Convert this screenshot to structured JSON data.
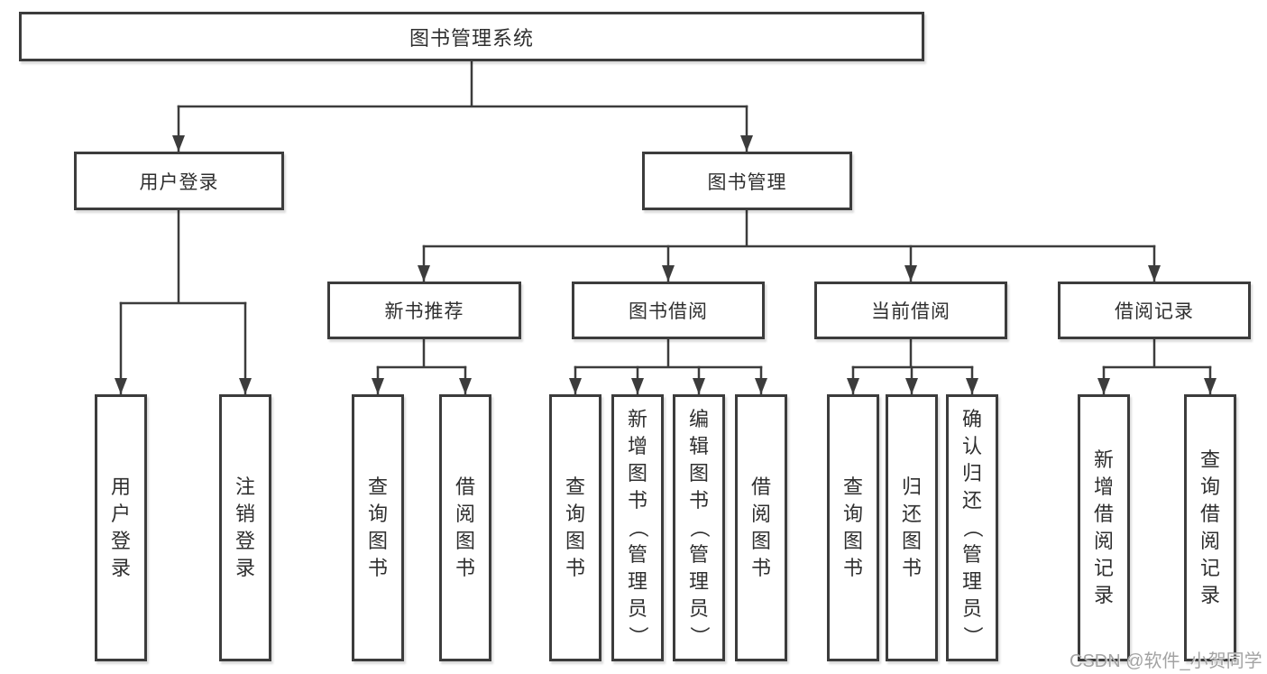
{
  "title": "图书管理系统",
  "level2": {
    "user_login": "用户登录",
    "book_mgmt": "图书管理"
  },
  "level3": {
    "new_books": "新书推荐",
    "borrow": "图书借阅",
    "current": "当前借阅",
    "records": "借阅记录"
  },
  "leaves": {
    "user_login": [
      "用户登录",
      "注销登录"
    ],
    "new_books": [
      "查询图书",
      "借阅图书"
    ],
    "borrow": [
      "查询图书",
      "新增图书（管理员）",
      "编辑图书（管理员）",
      "借阅图书"
    ],
    "current": [
      "查询图书",
      "归还图书",
      "确认归还（管理员）"
    ],
    "records": [
      "新增借阅记录",
      "查询借阅记录"
    ]
  },
  "watermark": "CSDN @软件_小贺同学",
  "colors": {
    "line": "#3c3c3c",
    "text": "#2f2f2f",
    "watermark": "#a3a3a3",
    "background": "#ffffff"
  }
}
